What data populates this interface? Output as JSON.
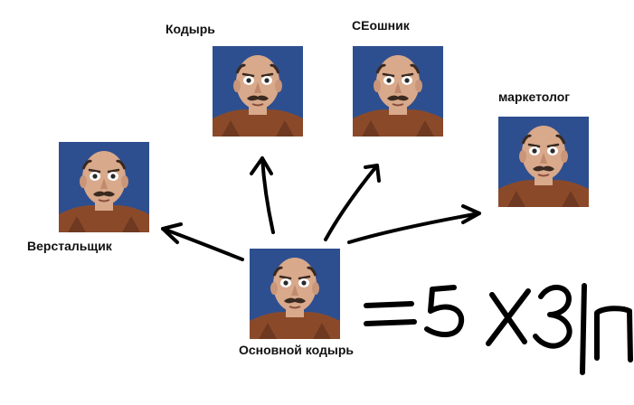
{
  "labels": {
    "coder": "Кодырь",
    "seo": "СЕошник",
    "marketer": "маркетолог",
    "markup": "Верстальщик",
    "main": "Основной кодырь"
  },
  "colors": {
    "ink": "#000000",
    "background": "#ffffff",
    "photo_background": "#2e4f8f",
    "skin": "#d9a98b",
    "hair": "#3a2a20",
    "shirt": "#8a4a2a"
  },
  "formula_glyphs": "= 5 x 3 | п",
  "icons": {
    "portrait": "bald-man-mustache-portrait"
  }
}
